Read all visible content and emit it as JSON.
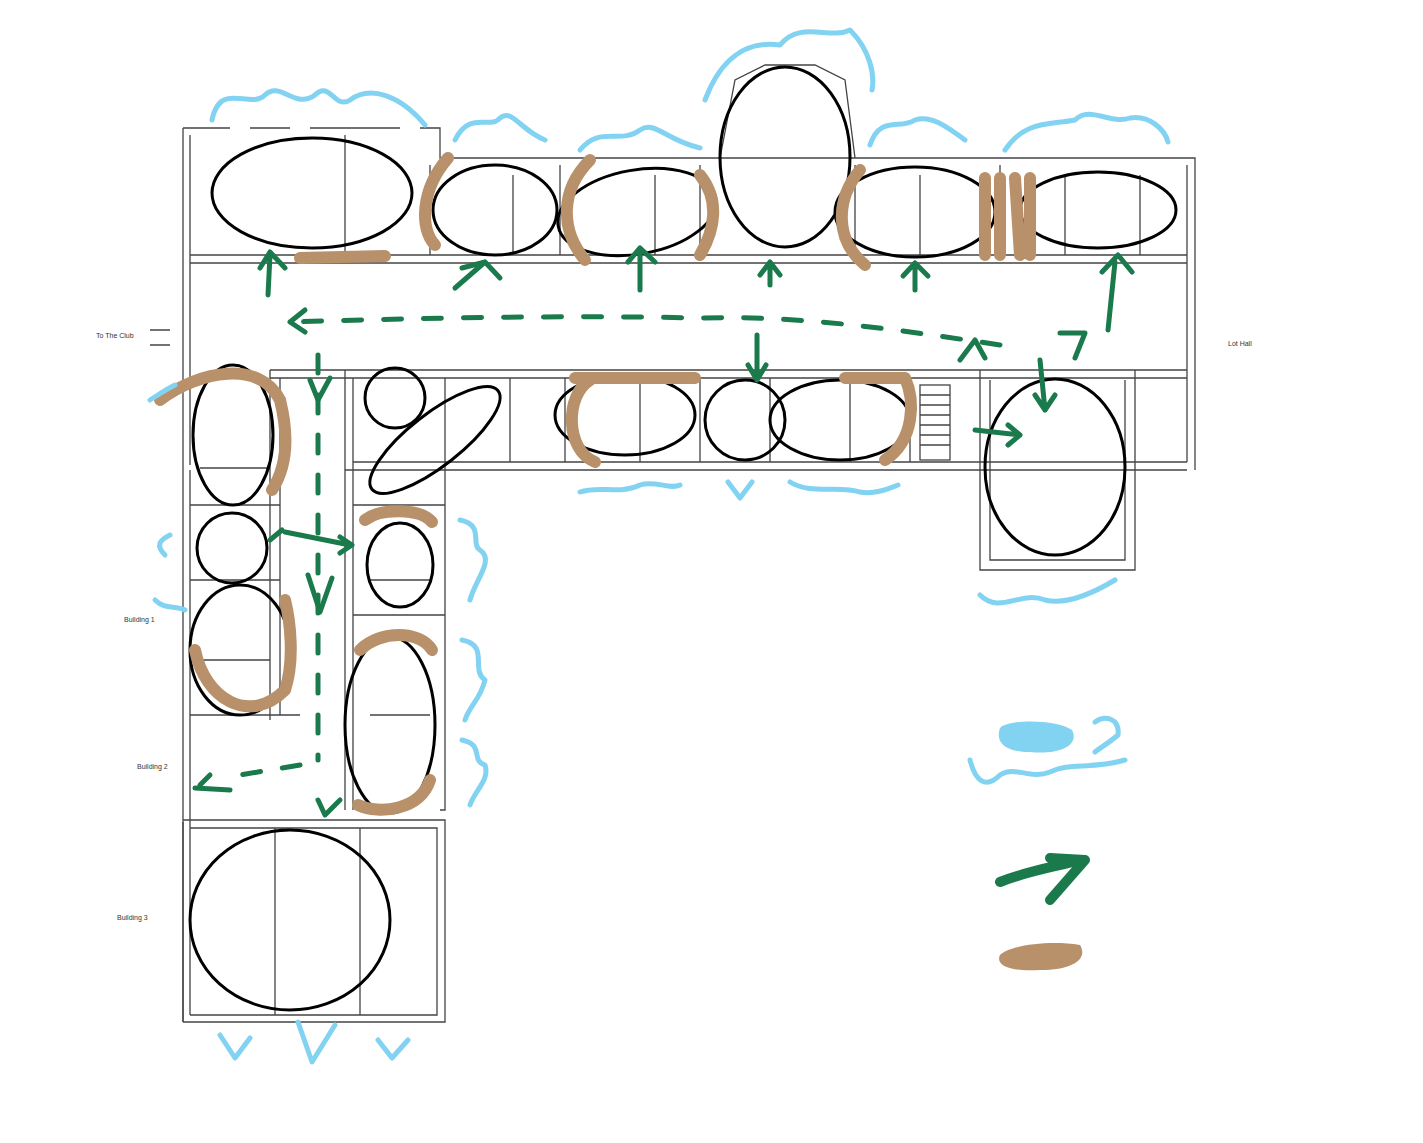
{
  "diagram": {
    "labels": [
      "To The Club",
      "Lot Hall",
      "Building 1",
      "Building 2",
      "Building 3"
    ]
  }
}
